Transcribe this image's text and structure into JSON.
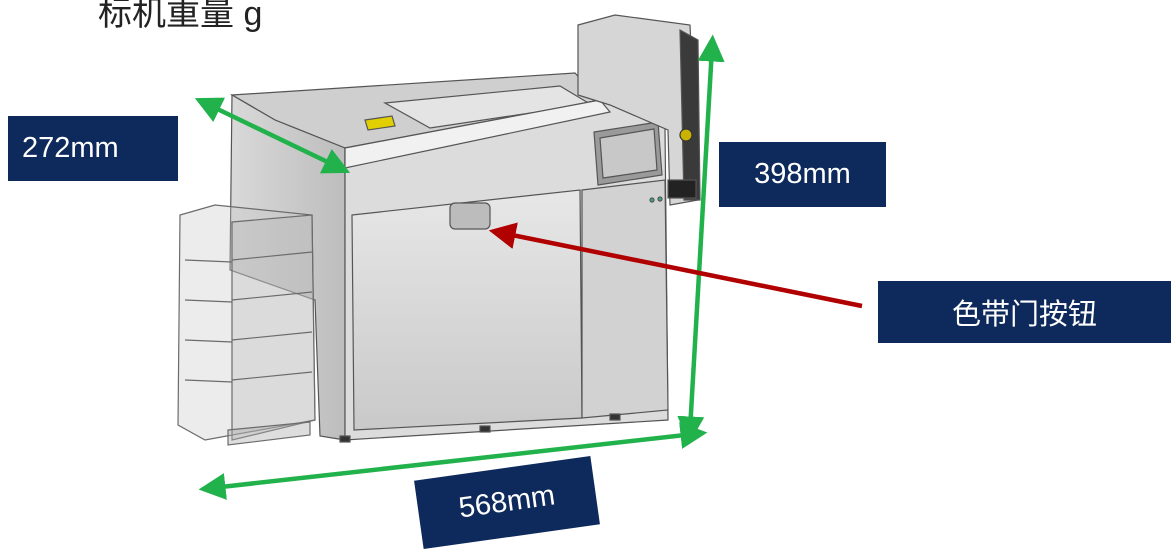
{
  "header": {
    "cut_text": "标机重量        g"
  },
  "dimensions": {
    "depth": "272mm",
    "height": "398mm",
    "width": "568mm"
  },
  "callout": {
    "label": "色带门按钮"
  },
  "colors": {
    "label_bg": "#0e2a5c",
    "label_text": "#ffffff",
    "dimension_arrow": "#22b24c",
    "callout_arrow": "#b00000"
  }
}
